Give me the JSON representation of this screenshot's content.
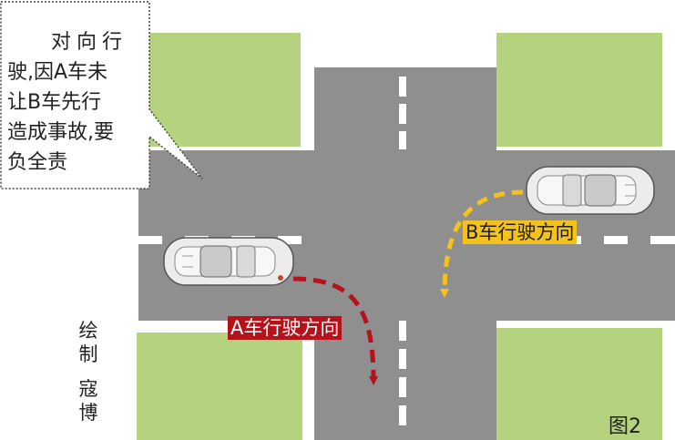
{
  "callout": {
    "lines": [
      "对向行",
      "驶,因A车未",
      "让B车先行",
      "造成事故,要",
      "负全责"
    ]
  },
  "labels": {
    "car_a_direction": "A车行驶方向",
    "car_b_direction": "B车行驶方向"
  },
  "credit": {
    "chars": [
      "绘",
      "制",
      "寇",
      "博"
    ]
  },
  "figure_label": "图2",
  "colors": {
    "road": "#8f8f8f",
    "grass": "#b5d27e",
    "lane_marking": "#ffffff",
    "car_a_path": "#b5121b",
    "car_b_path": "#f4c21a",
    "callout_border": "#444444"
  }
}
